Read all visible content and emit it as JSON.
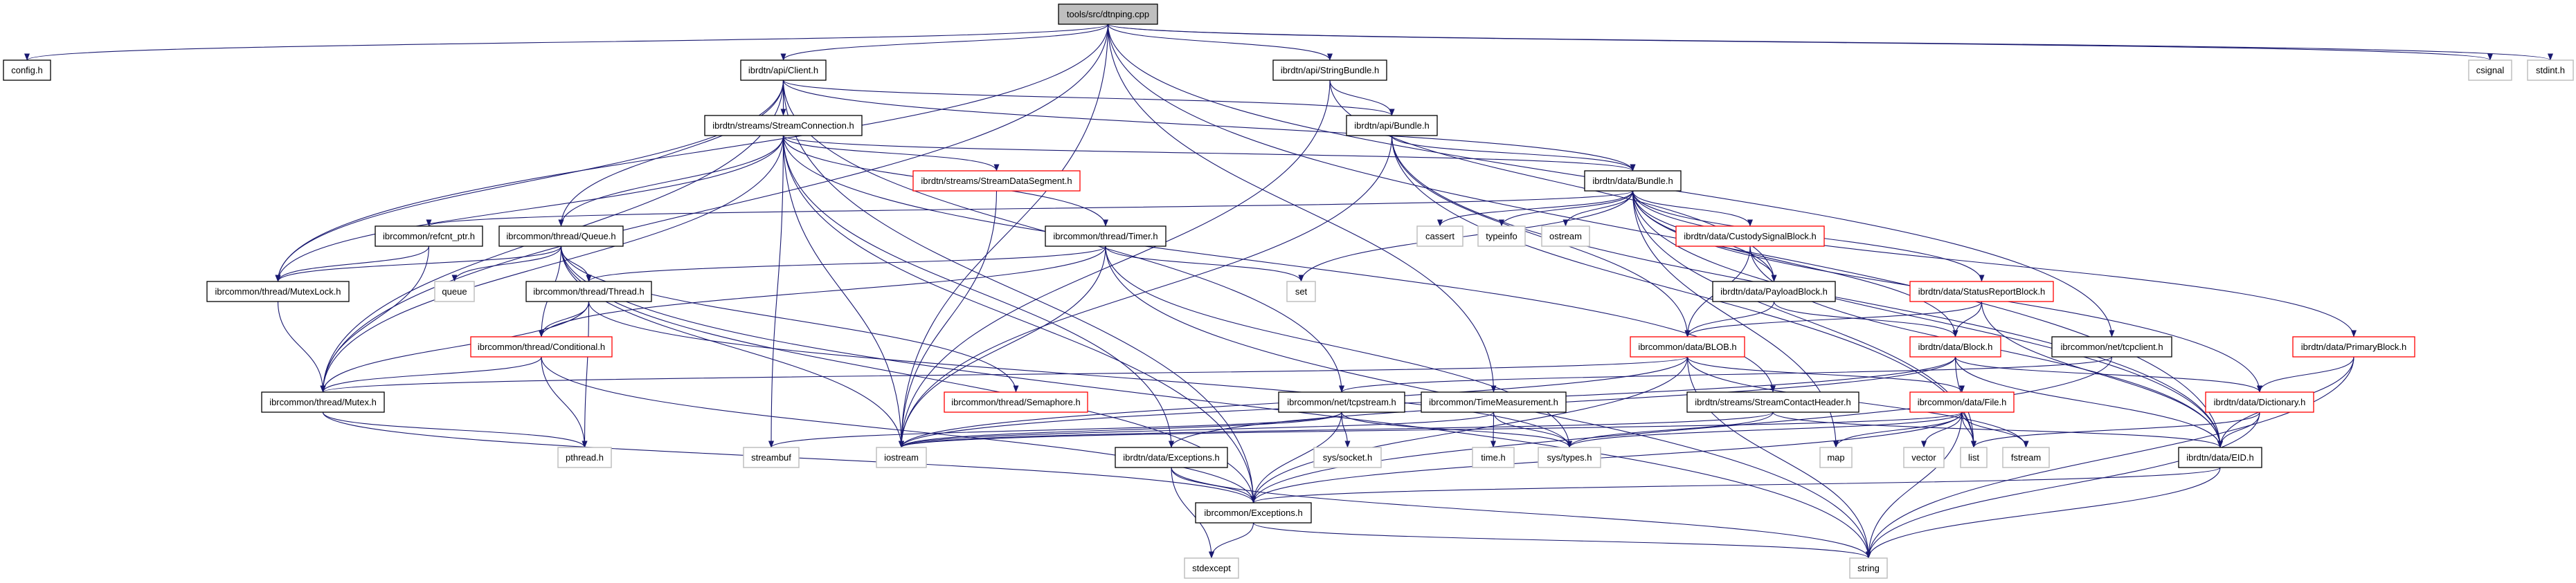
{
  "colors": {
    "edge": "#191970",
    "documented_border": "#000000",
    "truncated_border": "#ff0000",
    "external_border": "#bfbfbf",
    "root_fill": "#bfbfbf"
  },
  "nodes": {
    "root": {
      "label": "tools/src/dtnping.cpp",
      "kind": "root"
    },
    "config": {
      "label": "config.h",
      "kind": "documented"
    },
    "client": {
      "label": "ibrdtn/api/Client.h",
      "kind": "documented"
    },
    "stringbundle": {
      "label": "ibrdtn/api/StringBundle.h",
      "kind": "documented"
    },
    "csignal": {
      "label": "csignal",
      "kind": "external"
    },
    "stdint": {
      "label": "stdint.h",
      "kind": "external"
    },
    "streamconn": {
      "label": "ibrdtn/streams/StreamConnection.h",
      "kind": "documented"
    },
    "apibundle": {
      "label": "ibrdtn/api/Bundle.h",
      "kind": "documented"
    },
    "databundle": {
      "label": "ibrdtn/data/Bundle.h",
      "kind": "documented"
    },
    "streamdataseg": {
      "label": "ibrdtn/streams/StreamDataSegment.h",
      "kind": "truncated"
    },
    "refcnt": {
      "label": "ibrcommon/refcnt_ptr.h",
      "kind": "documented"
    },
    "queueh": {
      "label": "ibrcommon/thread/Queue.h",
      "kind": "documented"
    },
    "timer": {
      "label": "ibrcommon/thread/Timer.h",
      "kind": "documented"
    },
    "cassert": {
      "label": "cassert",
      "kind": "external"
    },
    "typeinfo": {
      "label": "typeinfo",
      "kind": "external"
    },
    "ostream": {
      "label": "ostream",
      "kind": "external"
    },
    "custody": {
      "label": "ibrdtn/data/CustodySignalBlock.h",
      "kind": "truncated"
    },
    "mutexlock": {
      "label": "ibrcommon/thread/MutexLock.h",
      "kind": "documented"
    },
    "queue": {
      "label": "queue",
      "kind": "external"
    },
    "thread": {
      "label": "ibrcommon/thread/Thread.h",
      "kind": "documented"
    },
    "set": {
      "label": "set",
      "kind": "external"
    },
    "payload": {
      "label": "ibrdtn/data/PayloadBlock.h",
      "kind": "documented"
    },
    "statusreport": {
      "label": "ibrdtn/data/StatusReportBlock.h",
      "kind": "truncated"
    },
    "conditional": {
      "label": "ibrcommon/thread/Conditional.h",
      "kind": "truncated"
    },
    "blob": {
      "label": "ibrcommon/data/BLOB.h",
      "kind": "truncated"
    },
    "block": {
      "label": "ibrdtn/data/Block.h",
      "kind": "truncated"
    },
    "tcpclient": {
      "label": "ibrcommon/net/tcpclient.h",
      "kind": "documented"
    },
    "primary": {
      "label": "ibrdtn/data/PrimaryBlock.h",
      "kind": "truncated"
    },
    "mutex": {
      "label": "ibrcommon/thread/Mutex.h",
      "kind": "documented"
    },
    "semaphore": {
      "label": "ibrcommon/thread/Semaphore.h",
      "kind": "truncated"
    },
    "tcpstream": {
      "label": "ibrcommon/net/tcpstream.h",
      "kind": "documented"
    },
    "timemeas": {
      "label": "ibrcommon/TimeMeasurement.h",
      "kind": "documented"
    },
    "contacthdr": {
      "label": "ibrdtn/streams/StreamContactHeader.h",
      "kind": "documented"
    },
    "file": {
      "label": "ibrcommon/data/File.h",
      "kind": "truncated"
    },
    "dictionary": {
      "label": "ibrdtn/data/Dictionary.h",
      "kind": "truncated"
    },
    "pthread": {
      "label": "pthread.h",
      "kind": "external"
    },
    "streambuf": {
      "label": "streambuf",
      "kind": "external"
    },
    "iostream": {
      "label": "iostream",
      "kind": "external"
    },
    "dataexc": {
      "label": "ibrdtn/data/Exceptions.h",
      "kind": "documented"
    },
    "syssocket": {
      "label": "sys/socket.h",
      "kind": "external"
    },
    "timeh": {
      "label": "time.h",
      "kind": "external"
    },
    "systypes": {
      "label": "sys/types.h",
      "kind": "external"
    },
    "map": {
      "label": "map",
      "kind": "external"
    },
    "vector": {
      "label": "vector",
      "kind": "external"
    },
    "list": {
      "label": "list",
      "kind": "external"
    },
    "fstream": {
      "label": "fstream",
      "kind": "external"
    },
    "eid": {
      "label": "ibrdtn/data/EID.h",
      "kind": "documented"
    },
    "commonexc": {
      "label": "ibrcommon/Exceptions.h",
      "kind": "documented"
    },
    "stdexcept": {
      "label": "stdexcept",
      "kind": "external"
    },
    "string": {
      "label": "string",
      "kind": "external"
    }
  },
  "edges": [
    [
      "root",
      "config"
    ],
    [
      "root",
      "client"
    ],
    [
      "root",
      "stringbundle"
    ],
    [
      "root",
      "mutexlock"
    ],
    [
      "root",
      "mutex"
    ],
    [
      "root",
      "iostream"
    ],
    [
      "root",
      "csignal"
    ],
    [
      "root",
      "stdint"
    ],
    [
      "root",
      "tcpclient"
    ],
    [
      "root",
      "eid"
    ],
    [
      "root",
      "timemeas"
    ],
    [
      "client",
      "streamconn"
    ],
    [
      "client",
      "apibundle"
    ],
    [
      "client",
      "databundle"
    ],
    [
      "client",
      "queueh"
    ],
    [
      "client",
      "mutexlock"
    ],
    [
      "client",
      "mutex"
    ],
    [
      "client",
      "commonexc"
    ],
    [
      "client",
      "tcpstream"
    ],
    [
      "streamconn",
      "queueh"
    ],
    [
      "streamconn",
      "mutexlock"
    ],
    [
      "streamconn",
      "mutex"
    ],
    [
      "streamconn",
      "streamdataseg"
    ],
    [
      "streamconn",
      "timer"
    ],
    [
      "streamconn",
      "databundle"
    ],
    [
      "streamconn",
      "contacthdr"
    ],
    [
      "streamconn",
      "dataexc"
    ],
    [
      "streamconn",
      "iostream"
    ],
    [
      "streamconn",
      "streambuf"
    ],
    [
      "streamconn",
      "commonexc"
    ],
    [
      "stringbundle",
      "apibundle"
    ],
    [
      "stringbundle",
      "payload"
    ],
    [
      "stringbundle",
      "iostream"
    ],
    [
      "apibundle",
      "databundle"
    ],
    [
      "apibundle",
      "blob"
    ],
    [
      "apibundle",
      "iostream"
    ],
    [
      "apibundle",
      "eid"
    ],
    [
      "apibundle",
      "list"
    ],
    [
      "databundle",
      "refcnt"
    ],
    [
      "databundle",
      "cassert"
    ],
    [
      "databundle",
      "typeinfo"
    ],
    [
      "databundle",
      "ostream"
    ],
    [
      "databundle",
      "set"
    ],
    [
      "databundle",
      "map"
    ],
    [
      "databundle",
      "custody"
    ],
    [
      "databundle",
      "payload"
    ],
    [
      "databundle",
      "statusreport"
    ],
    [
      "databundle",
      "block"
    ],
    [
      "databundle",
      "primary"
    ],
    [
      "databundle",
      "dictionary"
    ],
    [
      "databundle",
      "eid"
    ],
    [
      "databundle",
      "list"
    ],
    [
      "streamdataseg",
      "iostream"
    ],
    [
      "timer",
      "thread"
    ],
    [
      "timer",
      "conditional"
    ],
    [
      "timer",
      "iostream"
    ],
    [
      "timer",
      "set"
    ],
    [
      "timer",
      "systypes"
    ],
    [
      "timer",
      "string"
    ],
    [
      "queueh",
      "mutexlock"
    ],
    [
      "queueh",
      "queue"
    ],
    [
      "queueh",
      "thread"
    ],
    [
      "queueh",
      "conditional"
    ],
    [
      "queueh",
      "semaphore"
    ],
    [
      "queueh",
      "commonexc"
    ],
    [
      "queueh",
      "iostream"
    ],
    [
      "queueh",
      "string"
    ],
    [
      "refcnt",
      "mutexlock"
    ],
    [
      "refcnt",
      "mutex"
    ],
    [
      "mutexlock",
      "mutex"
    ],
    [
      "thread",
      "mutex"
    ],
    [
      "thread",
      "conditional"
    ],
    [
      "thread",
      "pthread"
    ],
    [
      "thread",
      "systypes"
    ],
    [
      "conditional",
      "mutex"
    ],
    [
      "conditional",
      "pthread"
    ],
    [
      "conditional",
      "commonexc"
    ],
    [
      "mutex",
      "pthread"
    ],
    [
      "mutex",
      "commonexc"
    ],
    [
      "custody",
      "blob"
    ],
    [
      "custody",
      "payload"
    ],
    [
      "custody",
      "eid"
    ],
    [
      "payload",
      "blob"
    ],
    [
      "payload",
      "block"
    ],
    [
      "statusreport",
      "blob"
    ],
    [
      "statusreport",
      "block"
    ],
    [
      "statusreport",
      "eid"
    ],
    [
      "blob",
      "mutex"
    ],
    [
      "blob",
      "iostream"
    ],
    [
      "blob",
      "file"
    ],
    [
      "blob",
      "fstream"
    ],
    [
      "blob",
      "string"
    ],
    [
      "blob",
      "commonexc"
    ],
    [
      "block",
      "dictionary"
    ],
    [
      "block",
      "eid"
    ],
    [
      "block",
      "dataexc"
    ],
    [
      "block",
      "iostream"
    ],
    [
      "block",
      "list"
    ],
    [
      "file",
      "string"
    ],
    [
      "file",
      "map"
    ],
    [
      "file",
      "vector"
    ],
    [
      "file",
      "list"
    ],
    [
      "file",
      "fstream"
    ],
    [
      "file",
      "systypes"
    ],
    [
      "file",
      "commonexc"
    ],
    [
      "file",
      "iostream"
    ],
    [
      "tcpclient",
      "tcpstream"
    ],
    [
      "tcpclient",
      "commonexc"
    ],
    [
      "tcpstream",
      "iostream"
    ],
    [
      "tcpstream",
      "streambuf"
    ],
    [
      "tcpstream",
      "syssocket"
    ],
    [
      "tcpstream",
      "systypes"
    ],
    [
      "tcpstream",
      "commonexc"
    ],
    [
      "timemeas",
      "timeh"
    ],
    [
      "timemeas",
      "systypes"
    ],
    [
      "timemeas",
      "iostream"
    ],
    [
      "contacthdr",
      "eid"
    ],
    [
      "contacthdr",
      "systypes"
    ],
    [
      "contacthdr",
      "iostream"
    ],
    [
      "primary",
      "dictionary"
    ],
    [
      "primary",
      "eid"
    ],
    [
      "primary",
      "string"
    ],
    [
      "dictionary",
      "eid"
    ],
    [
      "dictionary",
      "list"
    ],
    [
      "dictionary",
      "string"
    ],
    [
      "dataexc",
      "commonexc"
    ],
    [
      "dataexc",
      "stdexcept"
    ],
    [
      "dataexc",
      "string"
    ],
    [
      "eid",
      "commonexc"
    ],
    [
      "eid",
      "string"
    ],
    [
      "commonexc",
      "stdexcept"
    ],
    [
      "commonexc",
      "string"
    ]
  ]
}
